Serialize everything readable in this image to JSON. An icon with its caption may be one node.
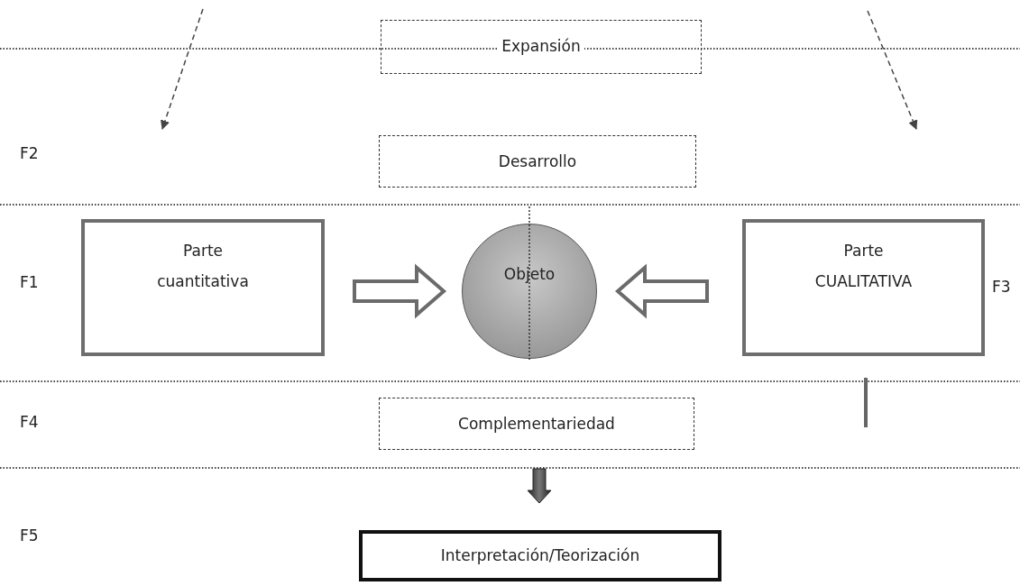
{
  "diagram": {
    "nodes": [
      {
        "text": [
          "Expansión"
        ]
      },
      {
        "text": [
          "Desarrollo"
        ]
      },
      {
        "text": [
          "Parte cuantitativa"
        ]
      },
      {
        "text": [
          "Objeto"
        ]
      },
      {
        "text": [
          "Parte CUALITATIVA"
        ]
      },
      {
        "text": [
          "Complementariedad"
        ]
      },
      {
        "text": [
          "Interpretación/Teorización"
        ]
      }
    ],
    "edges": [
      {
        "from": 2,
        "to": 3,
        "arrow": "to"
      },
      {
        "from": 4,
        "to": 3,
        "arrow": "to"
      },
      {
        "from": 5,
        "to": 6,
        "arrow": "to"
      }
    ],
    "labels": [
      "F2",
      "F1",
      "F3",
      "F4",
      "F5"
    ]
  }
}
